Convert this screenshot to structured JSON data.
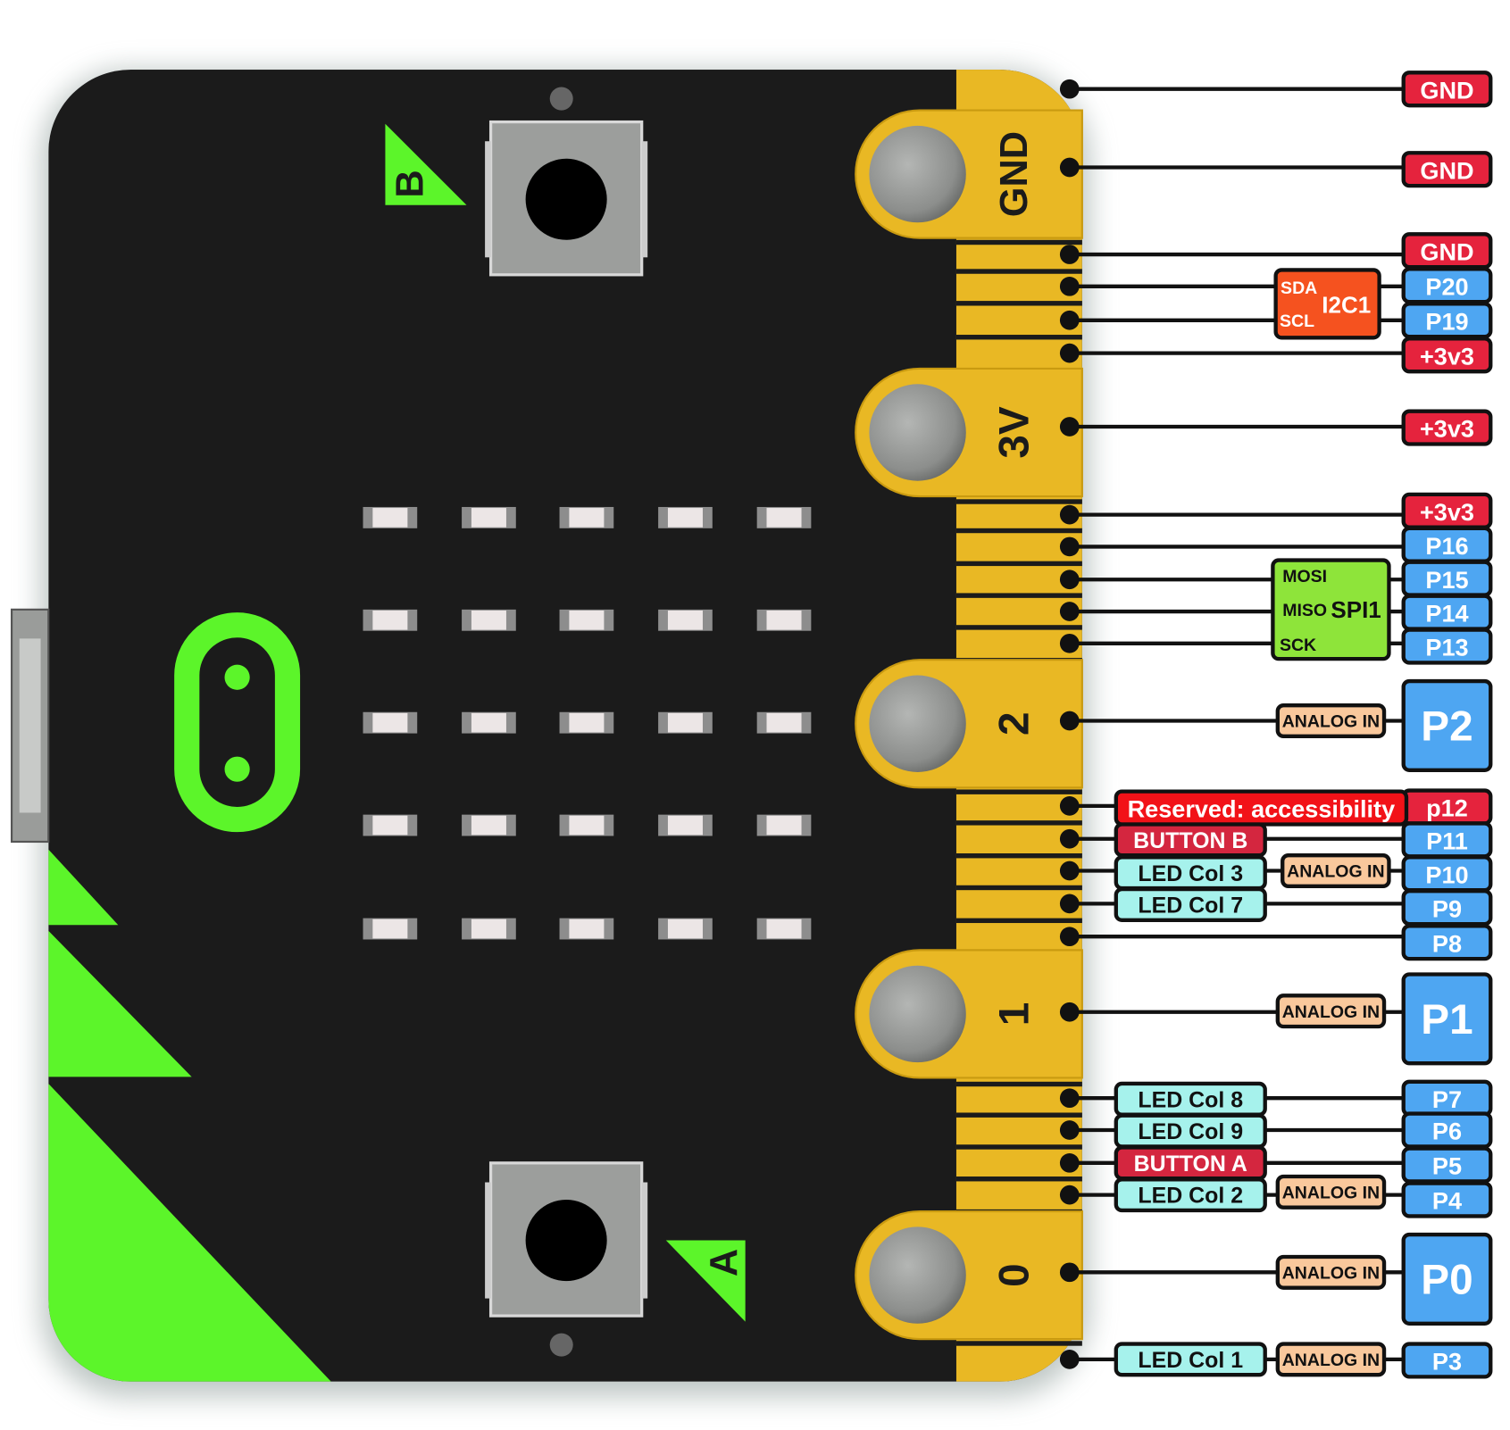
{
  "title": "micro:bit pinout",
  "colors": {
    "board": "#1b1b1b",
    "gold": "#e9b824",
    "green": "#5cf52a",
    "power_red": "#e5233d",
    "pin_blue": "#4ea6f2",
    "led_cyan": "#a6f2ec",
    "analog_orange": "#f9c89c",
    "i2c_orange": "#f5521f",
    "spi_green": "#8ee43a"
  },
  "board": {
    "button_b_label": "B",
    "button_a_label": "A",
    "pads": [
      "GND",
      "3V",
      "2",
      "1",
      "0"
    ]
  },
  "pin_labels": [
    "GND",
    "GND",
    "GND",
    "P20",
    "P19",
    "+3v3",
    "+3v3",
    "+3v3",
    "P16",
    "P15",
    "P14",
    "P13",
    "P2",
    "p12",
    "P11",
    "P10",
    "P9",
    "P8",
    "P1",
    "P7",
    "P6",
    "P5",
    "P4",
    "P0",
    "P3"
  ],
  "i2c": {
    "title": "I2C1",
    "sda": "SDA",
    "scl": "SCL"
  },
  "spi": {
    "title": "SPI1",
    "mosi": "MOSI",
    "miso": "MISO",
    "sck": "SCK"
  },
  "analog_label": "ANALOG IN",
  "functions": {
    "reserved": "Reserved: accessibility",
    "button_b": "BUTTON B",
    "led_col_3": "LED Col 3",
    "led_col_7": "LED Col 7",
    "led_col_8": "LED Col 8",
    "led_col_9": "LED Col 9",
    "button_a": "BUTTON A",
    "led_col_2": "LED Col 2",
    "led_col_1": "LED Col 1"
  }
}
